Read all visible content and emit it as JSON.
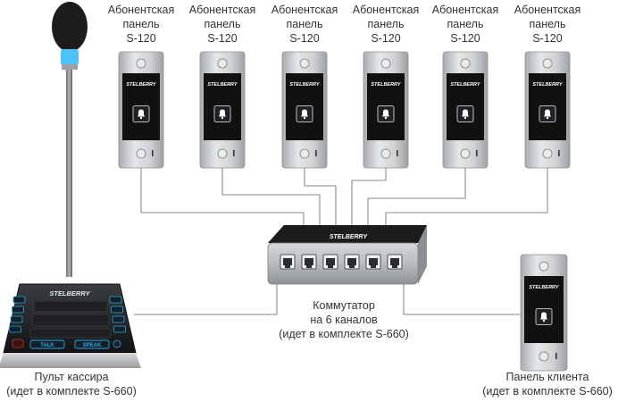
{
  "panels": [
    {
      "title_line1": "Абонентская",
      "title_line2": "панель",
      "model": "S-120",
      "brand": "STELBERRY"
    },
    {
      "title_line1": "Абонентская",
      "title_line2": "панель",
      "model": "S-120",
      "brand": "STELBERRY"
    },
    {
      "title_line1": "Абонентская",
      "title_line2": "панель",
      "model": "S-120",
      "brand": "STELBERRY"
    },
    {
      "title_line1": "Абонентская",
      "title_line2": "панель",
      "model": "S-120",
      "brand": "STELBERRY"
    },
    {
      "title_line1": "Абонентская",
      "title_line2": "панель",
      "model": "S-120",
      "brand": "STELBERRY"
    },
    {
      "title_line1": "Абонентская",
      "title_line2": "панель",
      "model": "S-120",
      "brand": "STELBERRY"
    }
  ],
  "switch": {
    "brand": "STELBERRY",
    "label_line1": "Коммутатор",
    "label_line2": "на 6 каналов",
    "label_line3": "(идет в комплекте S-660)",
    "port_count": 6
  },
  "console": {
    "brand": "STELBERRY",
    "label_line1": "Пульт кассира",
    "label_line2": "(идет в комплекте S-660)",
    "talk_label": "TALK",
    "speak_label": "SPEAK"
  },
  "client_panel": {
    "brand": "STELBERRY",
    "label_line1": "Панель клиента",
    "label_line2": "(идет в комплекте S-660)"
  },
  "colors": {
    "wire": "#8a8a8a",
    "panel_face": "#111111",
    "panel_metal": "#c9cbcd",
    "accent_blue": "#2aa8e0",
    "mic_light": "#4fc3f7"
  }
}
